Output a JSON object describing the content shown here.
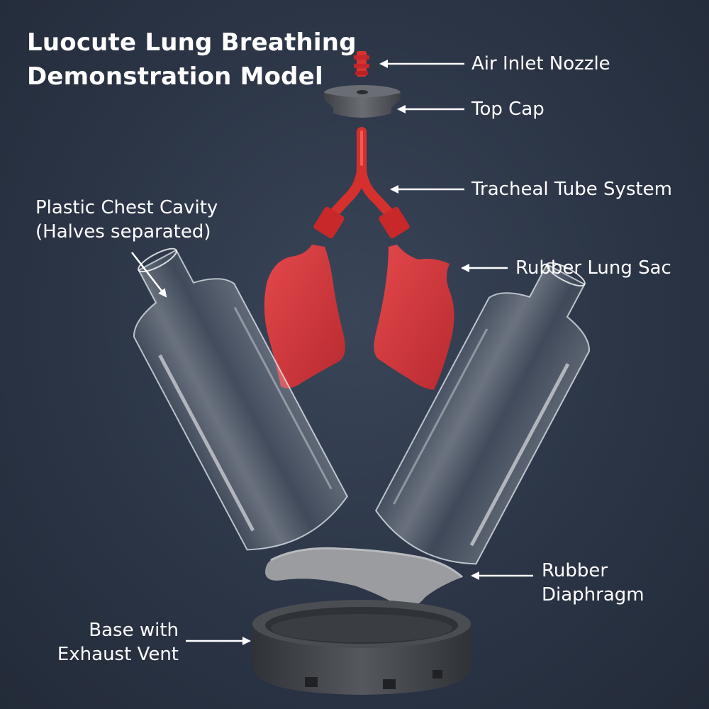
{
  "title": {
    "line1": "Luocute Lung Breathing",
    "line2": "Demonstration Model"
  },
  "labels": {
    "air_inlet_nozzle": "Air Inlet Nozzle",
    "top_cap": "Top Cap",
    "tracheal_tube_system": "Tracheal Tube System",
    "rubber_lung_sac": "Rubber Lung Sac",
    "chest_cavity_line1": "Plastic Chest Cavity",
    "chest_cavity_line2": "(Halves separated)",
    "diaphragm_line1": "Rubber",
    "diaphragm_line2": "Diaphragm",
    "base_line1": "Base with",
    "base_line2": "Exhaust Vent"
  },
  "colors": {
    "background": "#2b3546",
    "lung_red": "#d9393e",
    "tube_red": "#e0312f",
    "cap_gray": "#5a5d63",
    "diaphragm_gray": "#9a9c9f",
    "base_dark": "#3f4247",
    "text": "#ffffff"
  }
}
